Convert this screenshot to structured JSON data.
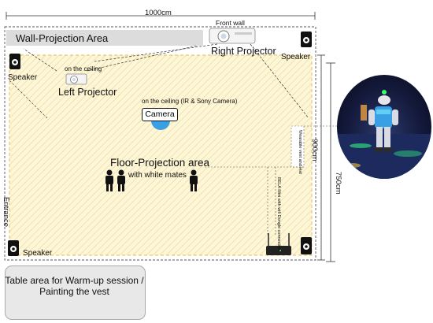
{
  "dimensions": {
    "width_label": "1000cm",
    "height_outer_label": "750cm",
    "height_inner_label": "900cm"
  },
  "labels": {
    "front_wall": "Front wall",
    "wall_projection_area": "Wall-Projection Area",
    "right_projector": "Right Projector",
    "left_projector": "Left Projector",
    "ceiling_left": "on the ceiling",
    "ceiling_camera": "on the ceiling (IR & Sony Camera)",
    "camera": "Camera",
    "floor_projection_area": "Floor-Projection area",
    "white_mates": "with white mates",
    "entrance": "Entrance",
    "speaker_top_left": "Speaker",
    "speaker_top_right": "Speaker",
    "speaker_bottom_left": "Speaker",
    "bela_note": "BELA Mini with wifi Dongle connection",
    "wearable_note": "Wearable vest and Hat",
    "table_area": "Table area for Warm-up session / Painting the vest"
  },
  "colors": {
    "floor_area_fill": "#fdf6d8",
    "floor_area_border": "#e8b94a",
    "wall_area_fill": "#dcdcdc",
    "table_area_fill": "#e8e8e8",
    "camera_dome": "#3aa0e6",
    "photo_background": "#141a3c"
  }
}
